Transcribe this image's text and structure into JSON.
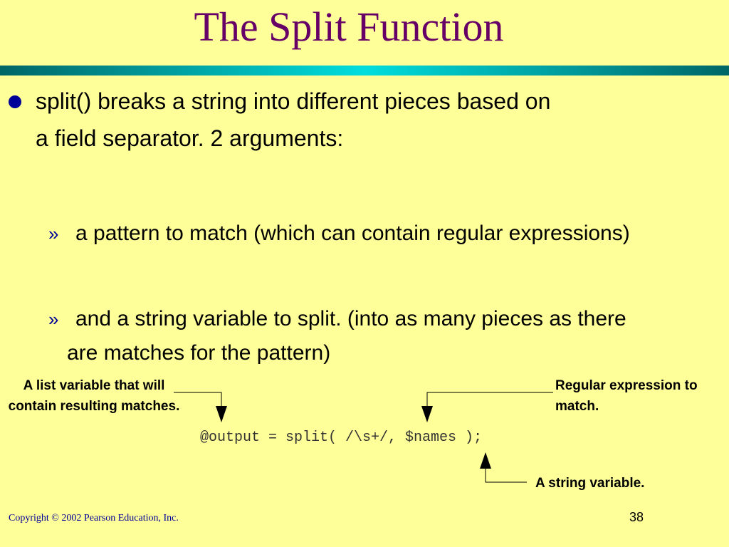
{
  "slide": {
    "title": "The Split Function",
    "bullet": "split() breaks a string into different pieces based on a field separator. 2 arguments:",
    "sub_marker": "»",
    "sub_items": [
      "a pattern to match (which can contain regular expressions)",
      "and a string variable to split. (into as many pieces as there are matches for the pattern)"
    ],
    "callouts": {
      "list_variable": "A list variable that will contain resulting matches.",
      "regex": "Regular expression to match.",
      "string_variable": "A string variable."
    },
    "code": "@output = split( /\\s+/, $names );",
    "footer": {
      "copyright": "Copyright © 2002 Pearson Education, Inc.",
      "page_number": "38"
    }
  },
  "colors": {
    "background": "#ffff99",
    "title": "#660066",
    "bullet": "#000099",
    "rule_dark": "#006666",
    "rule_light": "#00cccc"
  }
}
